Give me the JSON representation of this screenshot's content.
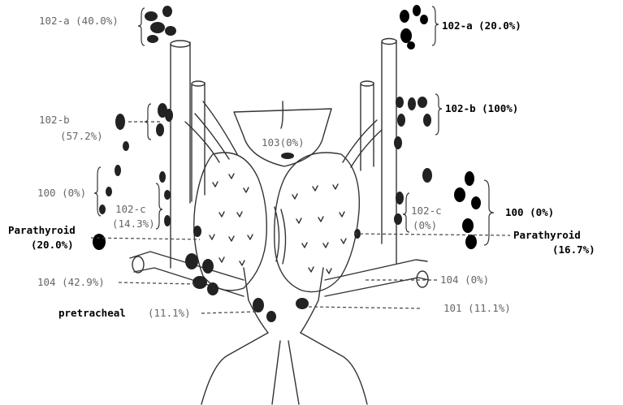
{
  "colors": {
    "line": "#333333",
    "node": "#222222",
    "label_light": "#666666",
    "label_dark": "#111111"
  },
  "left_labels": {
    "a102": "102-a (40.0%)",
    "b102": "102-b",
    "b102_pct": "(57.2%)",
    "n100": "100 (0%)",
    "c102": "102-c",
    "c102_pct": "(14.3%)",
    "parathyroid": "Parathyroid",
    "parathyroid_pct": "(20.0%)",
    "n104": "104 (42.9%)",
    "pretracheal": "pretracheal",
    "pretracheal_pct": "(11.1%)"
  },
  "center_labels": {
    "n103": "103(0%)"
  },
  "right_labels": {
    "a102": "102-a (20.0%)",
    "b102": "102-b (100%)",
    "c102": "102-c",
    "c102_pct": "(0%)",
    "n100": "100 (0%)",
    "parathyroid": "Parathyroid",
    "parathyroid_pct": "(16.7%)",
    "n104": "104 (0%)",
    "n101": "101 (11.1%)"
  }
}
